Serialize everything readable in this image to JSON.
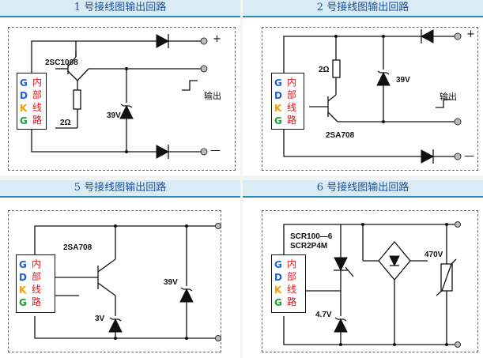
{
  "panels": [
    {
      "title": "1 号接线图输出回路",
      "block": {
        "letters": [
          "G",
          "D",
          "K",
          "G"
        ],
        "word": "内部线路"
      },
      "labels": {
        "transistor": "2SC1008",
        "resistor": "2Ω",
        "zener": "39V",
        "plus": "+",
        "minus": "—",
        "output": "输出"
      }
    },
    {
      "title": "2 号接线图输出回路",
      "block": {
        "letters": [
          "G",
          "D",
          "K",
          "G"
        ],
        "word": "内部线路"
      },
      "labels": {
        "transistor": "2SA708",
        "resistor": "2Ω",
        "zener": "39V",
        "plus": "+",
        "minus": "—",
        "output": "输出"
      }
    },
    {
      "title": "5 号接线图输出回路",
      "block": {
        "letters": [
          "G",
          "D",
          "K",
          "G"
        ],
        "word": "内部线路"
      },
      "labels": {
        "transistor": "2SA708",
        "zener_small": "3V",
        "zener": "39V"
      }
    },
    {
      "title": "6 号接线图输出回路",
      "block": {
        "letters": [
          "G",
          "D",
          "K",
          "G"
        ],
        "word": "内部线路"
      },
      "labels": {
        "scr1": "SCR100—6",
        "scr2": "SCR2P4M",
        "zener_small": "4.7V",
        "varistor": "470V"
      }
    }
  ],
  "colors": {
    "G": "#1e5fd6",
    "D": "#1e5fd6",
    "K": "#f0a000",
    "G2": "#1aa03a",
    "word": "#e0141e",
    "header_bg": "#d9ecf5",
    "header_text": "#1a4f9c"
  }
}
